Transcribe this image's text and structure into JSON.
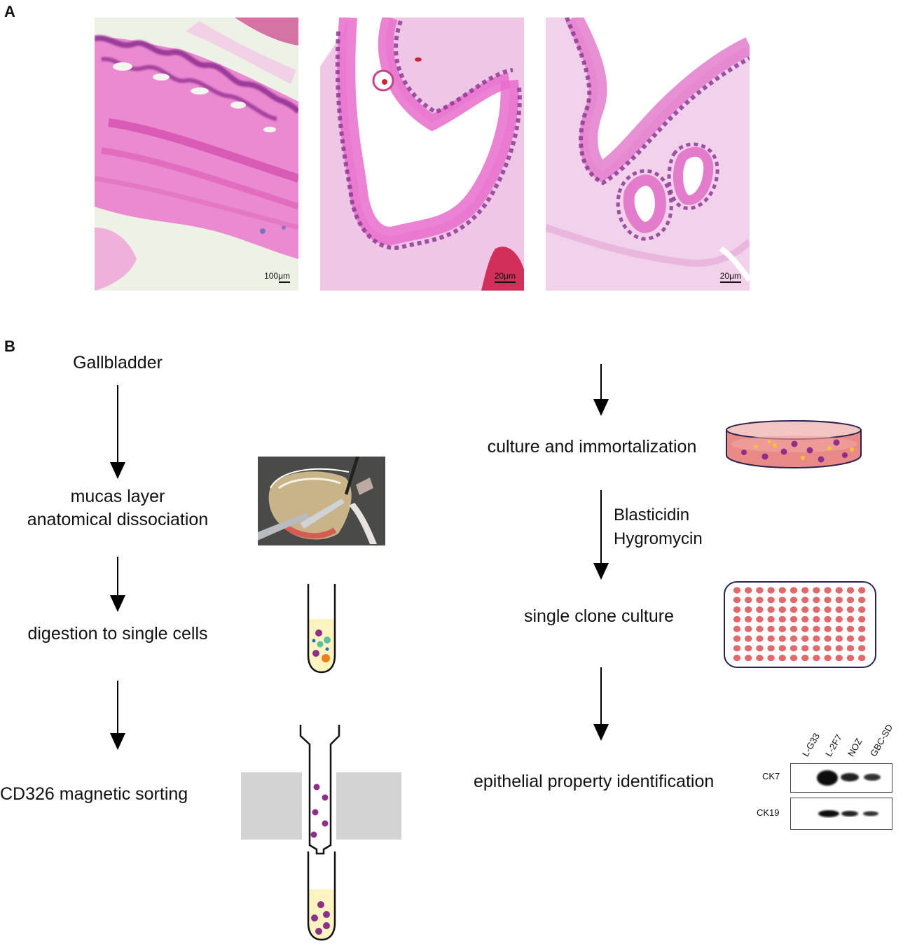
{
  "panel_a": {
    "letter": "A",
    "images": [
      {
        "scale": "100μm",
        "magnification": "low"
      },
      {
        "scale": "20μm",
        "magnification": "high"
      },
      {
        "scale": "20μm",
        "magnification": "high"
      }
    ]
  },
  "panel_b": {
    "letter": "B",
    "left_steps": [
      "Gallbladder",
      "mucas layer\nanatomical dissociation",
      "digestion to single cells",
      "CD326 magnetic sorting"
    ],
    "right_steps": [
      "culture and immortalization",
      "single clone culture",
      "epithelial property identification"
    ],
    "selection": [
      "Blasticidin",
      "Hygromycin"
    ],
    "western_blot": {
      "lanes": [
        "L-G33",
        "L-2F7",
        "NOZ",
        "GBC-SD"
      ],
      "rows": [
        "CK7",
        "CK19"
      ]
    },
    "colors": {
      "cell_purple": "#8e2f8a",
      "cell_orange": "#f07f1c",
      "cell_teal": "#5bbfa0",
      "cell_blue": "#2d6db5",
      "cell_yellow": "#f5c238",
      "tube_fill": "#fbf3c0",
      "dish_media": "#e98a86",
      "well_color": "#e1696b",
      "magnet_gray": "#d3d3d3",
      "he_pink": "#e678c8",
      "he_purple": "#9b3a9a"
    }
  }
}
